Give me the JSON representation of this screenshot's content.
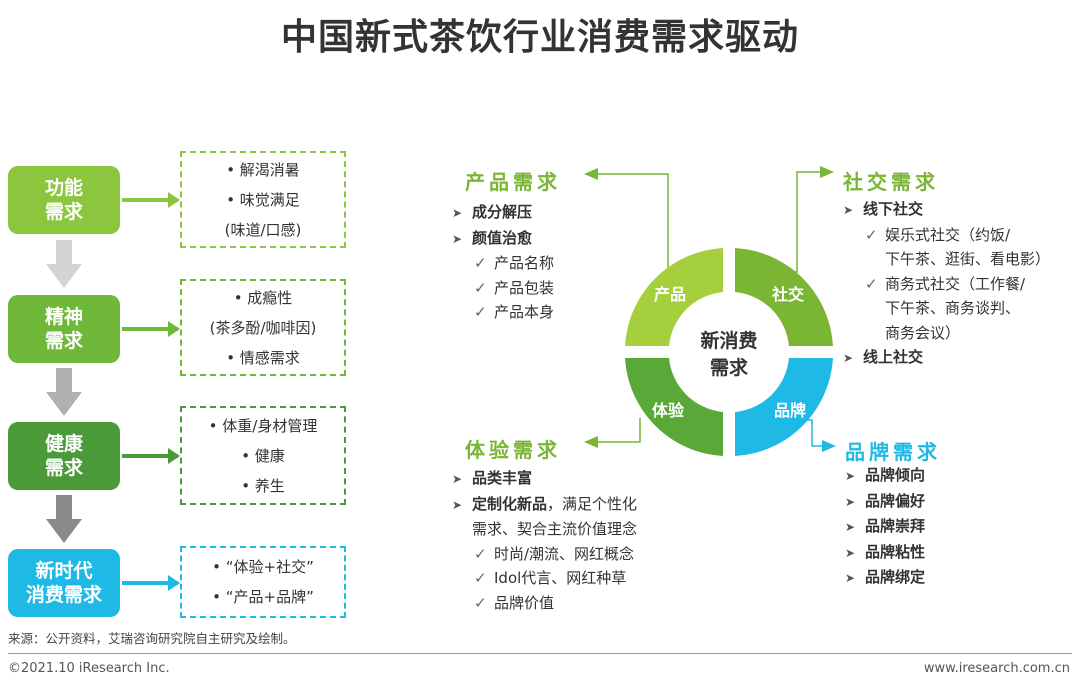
{
  "title": "中国新式茶饮行业消费需求驱动",
  "left": {
    "boxes": [
      {
        "line1": "功能",
        "line2": "需求",
        "color": "#8cc63f"
      },
      {
        "line1": "精神",
        "line2": "需求",
        "color": "#6fb83a"
      },
      {
        "line1": "健康",
        "line2": "需求",
        "color": "#4a9a3a"
      },
      {
        "line1": "新时代",
        "line2": "消费需求",
        "color": "#1fb9e6"
      }
    ],
    "details": [
      [
        "•  解渴消暑",
        "•  味觉满足",
        "(味道/口感)"
      ],
      [
        "•  成瘾性",
        "(茶多酚/咖啡因)",
        "•  情感需求"
      ],
      [
        "•  体重/身材管理",
        "•  健康",
        "•  养生"
      ],
      [
        "•  “体验+社交”",
        "•  “产品+品牌”"
      ]
    ]
  },
  "center": {
    "label_line1": "新消费",
    "label_line2": "需求",
    "segments": {
      "product": "产品",
      "social": "社交",
      "experience": "体验",
      "brand": "品牌"
    },
    "colors": {
      "light_green": "#a5cf3c",
      "green": "#7ab534",
      "dark_green": "#5aa838",
      "blue": "#1fb9e6"
    }
  },
  "product": {
    "title": "产品需求",
    "items": [
      "成分解压",
      "颜值治愈"
    ],
    "subitems": [
      "产品名称",
      "产品包装",
      "产品本身"
    ]
  },
  "social": {
    "title": "社交需求",
    "offline": "线下社交",
    "sub1_line1": "娱乐式社交（约饭/",
    "sub1_line2": "下午茶、逛街、看电影）",
    "sub2_line1": "商务式社交（工作餐/",
    "sub2_line2": "下午茶、商务谈判、",
    "sub2_line3": "商务会议）",
    "online": "线上社交"
  },
  "experience": {
    "title": "体验需求",
    "item1": "品类丰富",
    "item2_bold": "定制化新品",
    "item2_rest": "，满足个性化",
    "item2_line2": "需求、契合主流价值理念",
    "subitems": [
      "时尚/潮流、网红概念",
      "Idol代言、网红种草",
      "品牌价值"
    ]
  },
  "brand": {
    "title": "品牌需求",
    "items": [
      "品牌倾向",
      "品牌偏好",
      "品牌崇拜",
      "品牌粘性",
      "品牌绑定"
    ]
  },
  "source": "来源：公开资料，艾瑞咨询研究院自主研究及绘制。",
  "footer": {
    "left": "©2021.10 iResearch Inc.",
    "right": "www.iresearch.com.cn"
  }
}
